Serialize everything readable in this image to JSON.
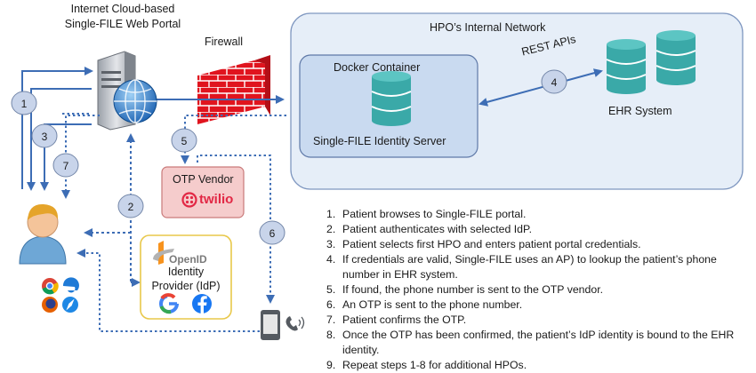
{
  "portal": {
    "title_line1": "Internet Cloud-based",
    "title_line2": "Single-FILE Web Portal"
  },
  "firewall": {
    "label": "Firewall"
  },
  "network": {
    "title": "HPO’s Internal Network"
  },
  "docker": {
    "title": "Docker Container",
    "server_label": "Single-FILE Identity Server"
  },
  "rest": {
    "label": "REST APIs"
  },
  "ehr": {
    "label": "EHR System"
  },
  "otp_vendor": {
    "title": "OTP Vendor",
    "brand": "twilio"
  },
  "idp": {
    "openid_logo": "OpenID",
    "label_line1": "Identity",
    "label_line2": "Provider (IdP)"
  },
  "step_markers": [
    "1",
    "2",
    "3",
    "4",
    "5",
    "6",
    "7"
  ],
  "steps": [
    {
      "num": "1.",
      "text": "Patient browses to Single-FILE portal."
    },
    {
      "num": "2.",
      "text": "Patient authenticates with selected IdP."
    },
    {
      "num": "3.",
      "text": "Patient selects first HPO and enters patient portal credentials."
    },
    {
      "num": "4.",
      "text": "If credentials are valid, Single-FILE uses an AP) to lookup the patient’s phone number in EHR system."
    },
    {
      "num": "5.",
      "text": "If found, the phone number is sent to the OTP vendor."
    },
    {
      "num": "6.",
      "text": "An OTP is sent to the phone number."
    },
    {
      "num": "7.",
      "text": "Patient confirms the OTP."
    },
    {
      "num": "8.",
      "text": "Once the OTP has been confirmed, the patient’s IdP identity is bound to the EHR identity."
    },
    {
      "num": "9.",
      "text": "Repeat steps 1-8 for additional HPOs."
    }
  ],
  "colors": {
    "arrow": "#3d6db5",
    "network_fill": "#e6eef8",
    "network_stroke": "#7f97c0",
    "docker_fill": "#c9daf0",
    "db_teal": "#3aa9a8",
    "marker_fill": "#c8d4ea",
    "firewall_red": "#e0141e",
    "otp_fill": "#f5cccc",
    "otp_stroke": "#c97a7a",
    "idp_stroke": "#e8c84a",
    "twilio_red": "#e22845"
  },
  "icons": [
    "server-icon",
    "globe-icon",
    "firewall-icon",
    "database-icon",
    "user-icon",
    "browser-icons",
    "phone-icon",
    "google-icon",
    "facebook-icon",
    "openid-icon",
    "twilio-icon"
  ]
}
